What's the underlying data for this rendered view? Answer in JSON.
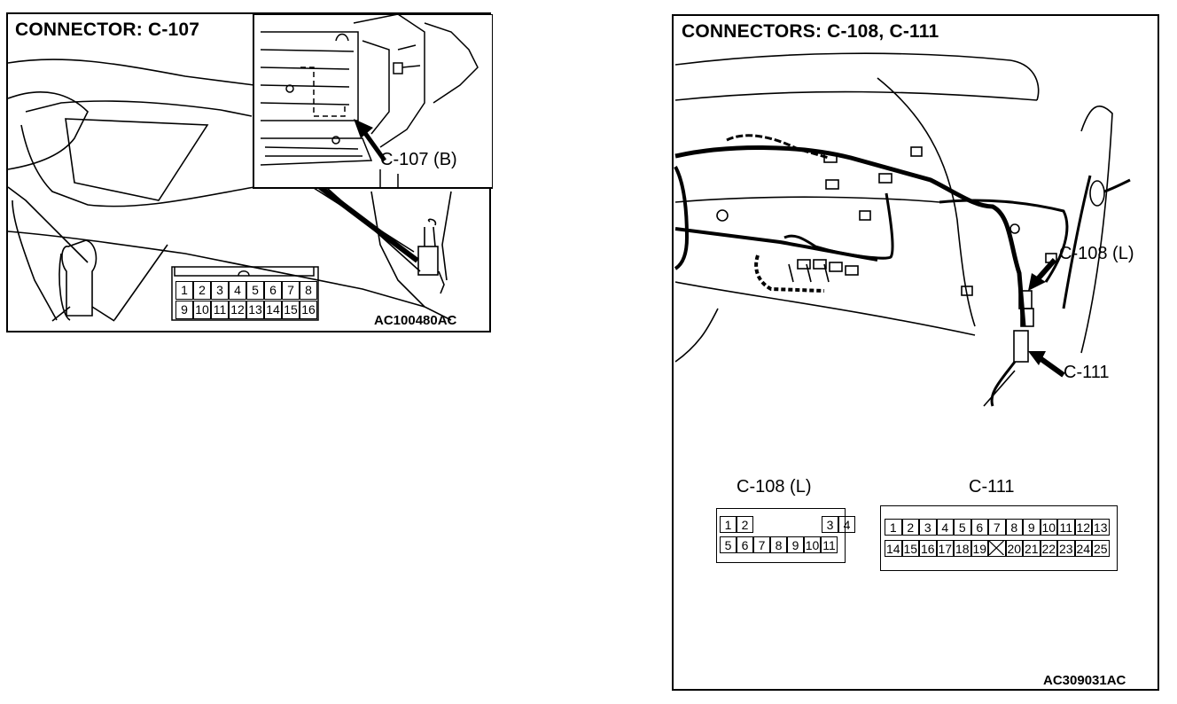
{
  "left_panel": {
    "title": "CONNECTOR: C-107",
    "callout": "C-107 (B)",
    "ref_code": "AC100480AC",
    "connector_pins_top": [
      "1",
      "2",
      "3",
      "4",
      "5",
      "6",
      "7",
      "8"
    ],
    "connector_pins_bottom": [
      "9",
      "10",
      "11",
      "12",
      "13",
      "14",
      "15",
      "16"
    ]
  },
  "right_panel": {
    "title": "CONNECTORS: C-108, C-111",
    "callout_c108": "C-108 (L)",
    "callout_c111": "C-111",
    "ref_code": "AC309031AC",
    "c108": {
      "label": "C-108 (L)",
      "pins_top_left": [
        "1",
        "2"
      ],
      "pins_top_right": [
        "3",
        "4"
      ],
      "pins_bottom": [
        "5",
        "6",
        "7",
        "8",
        "9",
        "10",
        "11"
      ]
    },
    "c111": {
      "label": "C-111",
      "pins_top": [
        "1",
        "2",
        "3",
        "4",
        "5",
        "6",
        "7",
        "8",
        "9",
        "10",
        "11",
        "12",
        "13"
      ],
      "pins_bottom": [
        "14",
        "15",
        "16",
        "17",
        "18",
        "19",
        "",
        "20",
        "21",
        "22",
        "23",
        "24",
        "25"
      ]
    }
  }
}
